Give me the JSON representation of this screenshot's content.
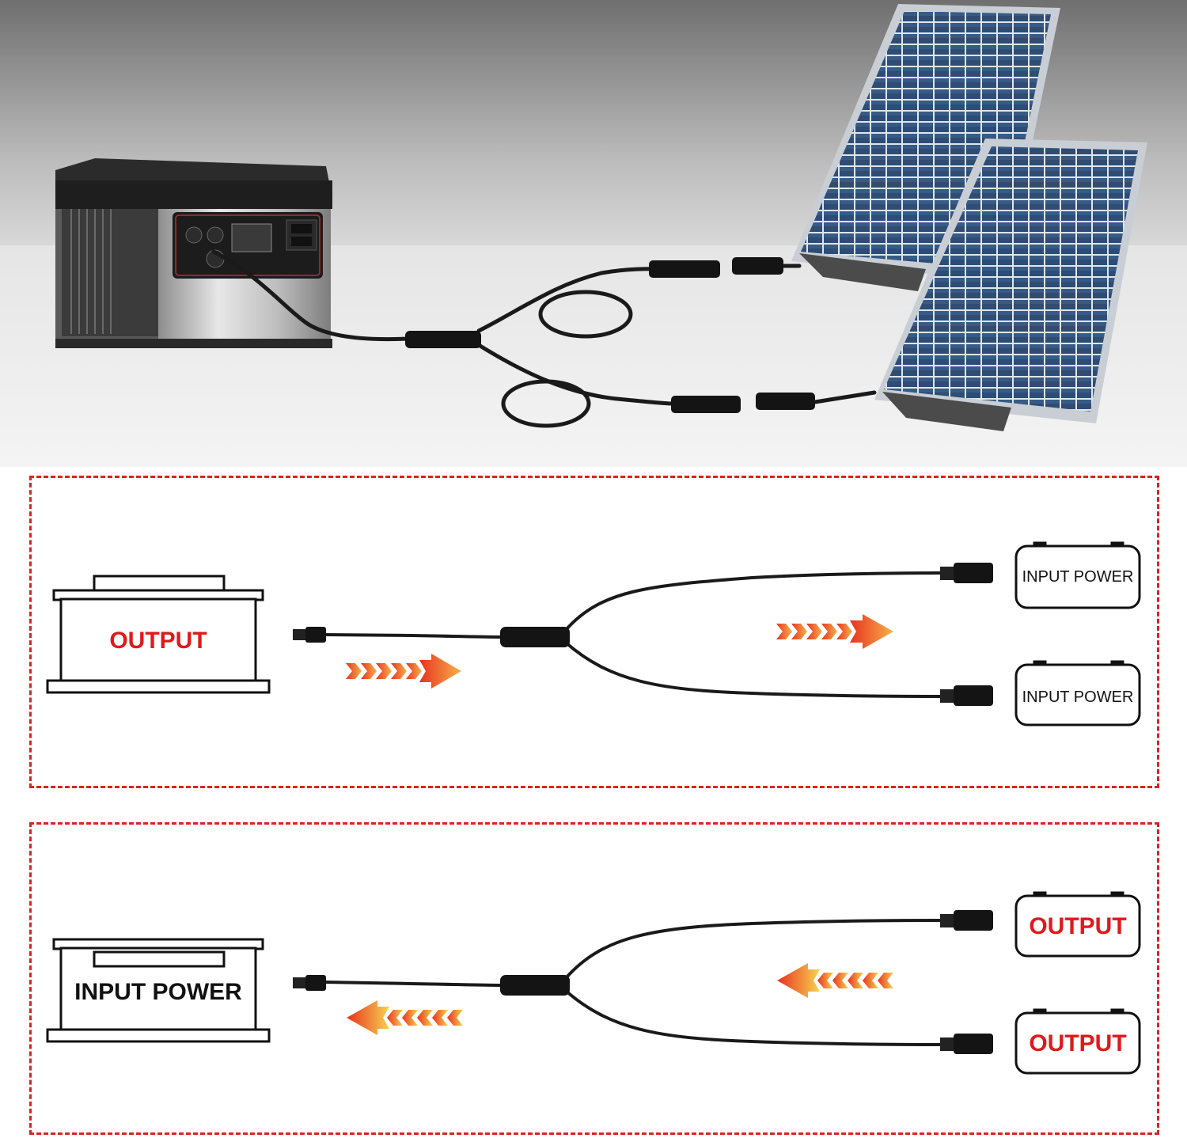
{
  "diagram_top": {
    "source_label": "OUTPUT",
    "targets": [
      {
        "label": "INPUT POWER"
      },
      {
        "label": "INPUT POWER"
      }
    ]
  },
  "diagram_bottom": {
    "source_label": "INPUT POWER",
    "targets": [
      {
        "label": "OUTPUT"
      },
      {
        "label": "OUTPUT"
      }
    ]
  },
  "colors": {
    "frame_dash": "#d9251d",
    "output_text": "#e0191b",
    "input_text": "#111111",
    "arrow_start": "#e8321f",
    "arrow_end": "#f7b14a",
    "cable": "#1a1a1a",
    "panel_cell": "#2e4c74"
  },
  "icons": [
    "power-station-icon",
    "solar-panel-icon",
    "battery-icon",
    "y-splitter-cable-icon",
    "dc-plug-icon",
    "flow-arrow-icon"
  ]
}
